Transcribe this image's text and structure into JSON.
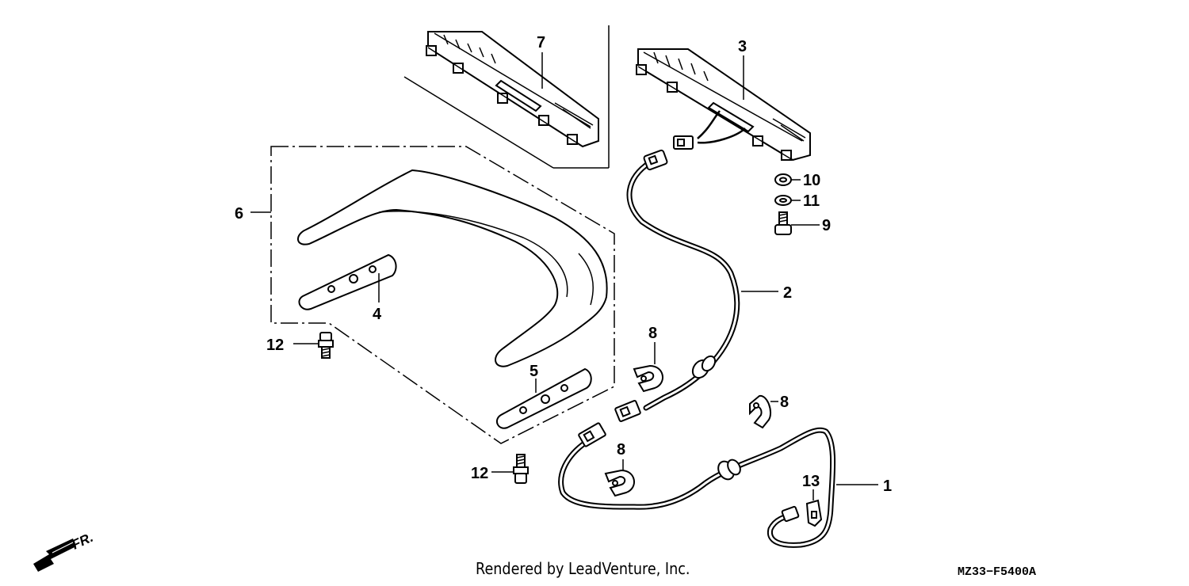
{
  "callouts": {
    "p1": "1",
    "p2": "2",
    "p3": "3",
    "p4": "4",
    "p5": "5",
    "p6": "6",
    "p7": "7",
    "p8": "8",
    "p9": "9",
    "p10": "10",
    "p11": "11",
    "p12": "12",
    "p13": "13"
  },
  "front_indicator": {
    "label": "FR.",
    "icon": "arrow-down-left-icon"
  },
  "footer": {
    "credit": "Rendered by LeadVenture, Inc.",
    "diagram_code": "MZ33−F5400A"
  },
  "colors": {
    "ink": "#000000",
    "paper": "#ffffff"
  }
}
